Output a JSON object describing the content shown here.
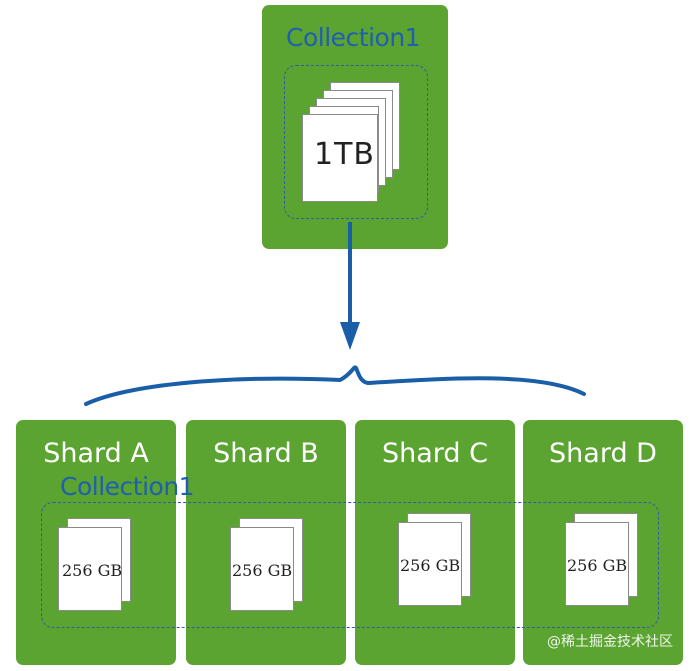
{
  "top_collection": {
    "title": "Collection1",
    "size": "1TB"
  },
  "bottom_collection": {
    "title": "Collection1"
  },
  "shards": [
    {
      "name": "Shard A",
      "chunk": "256 GB"
    },
    {
      "name": "Shard B",
      "chunk": "256 GB"
    },
    {
      "name": "Shard C",
      "chunk": "256 GB"
    },
    {
      "name": "Shard D",
      "chunk": "256 GB"
    }
  ],
  "watermark": "@稀土掘金技术社区",
  "colors": {
    "box_green": "#5ba431",
    "collection_blue": "#1f5fae",
    "arrow_blue": "#1a5ea8"
  }
}
